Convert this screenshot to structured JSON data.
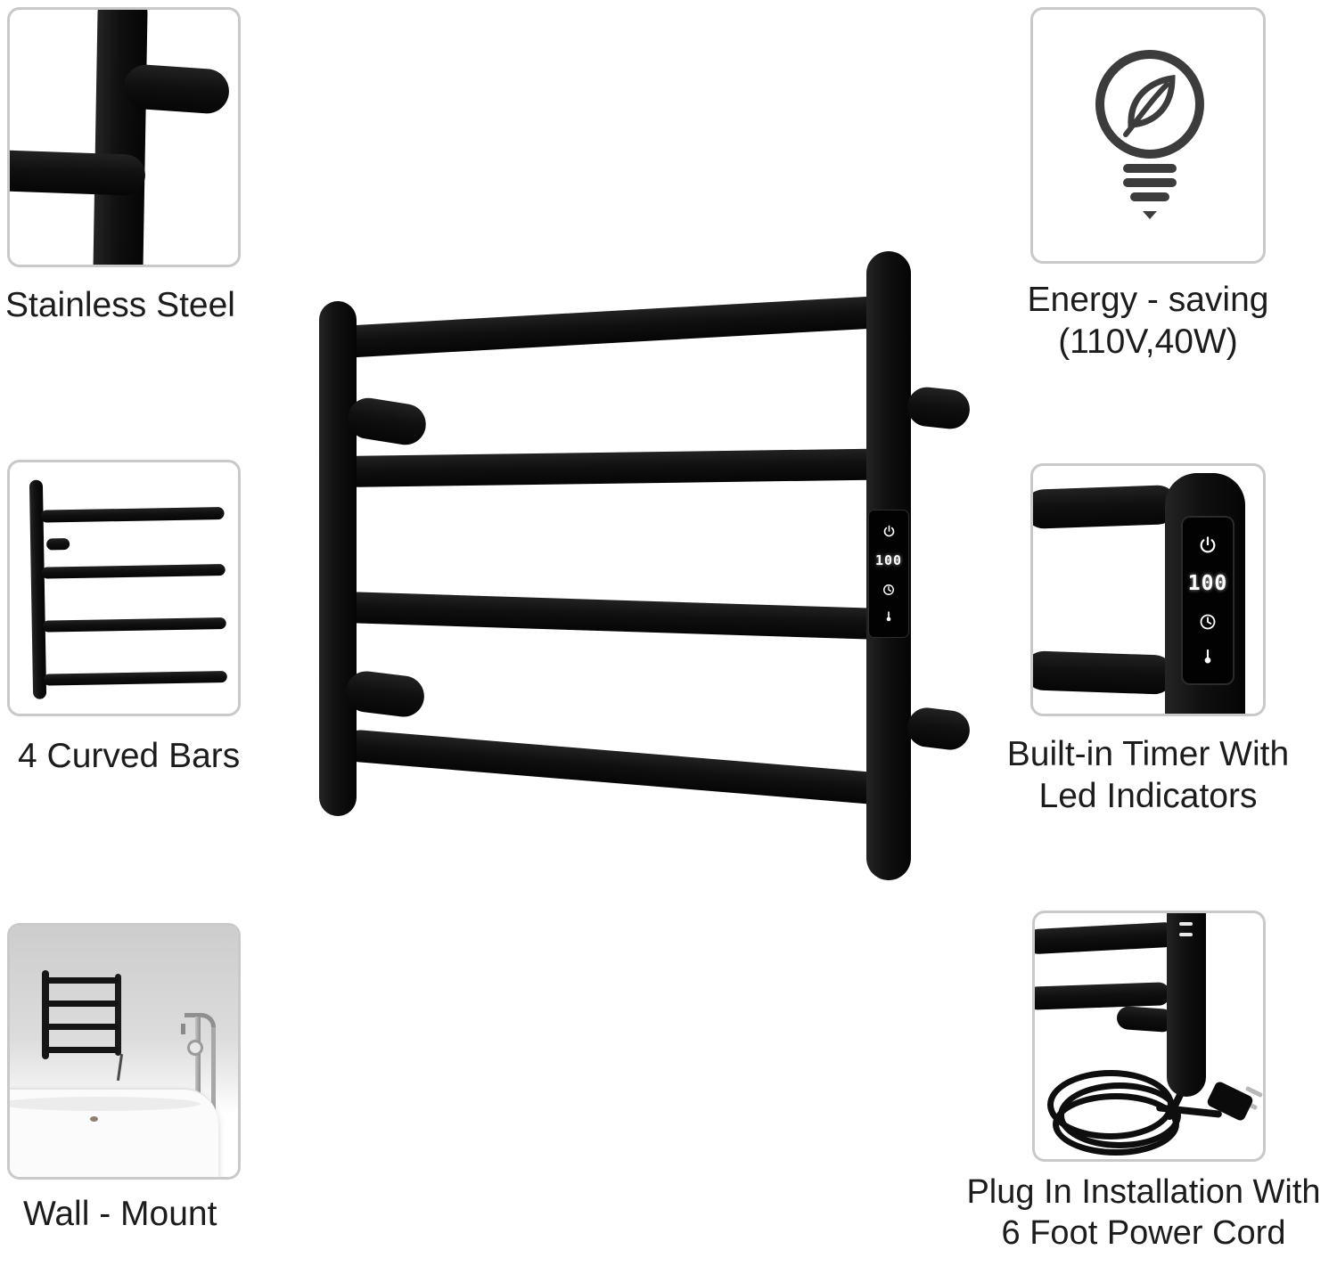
{
  "features": {
    "stainless_steel": {
      "label": "Stainless Steel"
    },
    "curved_bars": {
      "label": "4 Curved Bars"
    },
    "wall_mount": {
      "label": "Wall - Mount"
    },
    "energy_saving": {
      "line1": "Energy - saving",
      "line2": "(110V,40W)"
    },
    "timer": {
      "line1": "Built-in Timer With",
      "line2": "Led Indicators"
    },
    "plug": {
      "line1": "Plug In Installation With",
      "line2": "6 Foot Power Cord"
    }
  },
  "control_panel": {
    "display_value": "100",
    "icons": [
      "power-icon",
      "clock-icon",
      "heat-icon"
    ]
  },
  "icons": {
    "energy": "bulb-with-leaf-icon"
  },
  "colors": {
    "rack_black": "#121212",
    "box_border": "#c9c9c9",
    "text": "#1c1c1c",
    "icon_gray": "#3c3c3c",
    "led_white": "#ffffff"
  }
}
